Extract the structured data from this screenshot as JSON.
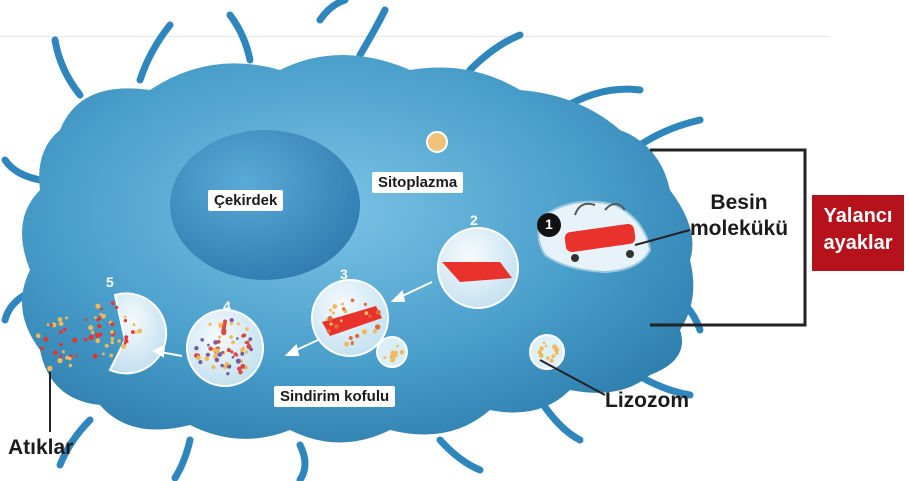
{
  "labels": {
    "nucleus": "Çekirdek",
    "cytoplasm": "Sitoplazma",
    "food_molecule_line1": "Besin",
    "food_molecule_line2": "molekükü",
    "pseudopod_line1": "Yalancı",
    "pseudopod_line2": "ayaklar",
    "digestive_vacuole": "Sindirim kofulu",
    "lysosome": "Lizozom",
    "waste": "Atıklar"
  },
  "steps": [
    "1",
    "2",
    "3",
    "4",
    "5"
  ],
  "colors": {
    "cell": "#4a9fcb",
    "nucleus": "#3f8fc0",
    "food": "#e8322b",
    "badge": "#b5121b",
    "bracket": "#222222"
  }
}
